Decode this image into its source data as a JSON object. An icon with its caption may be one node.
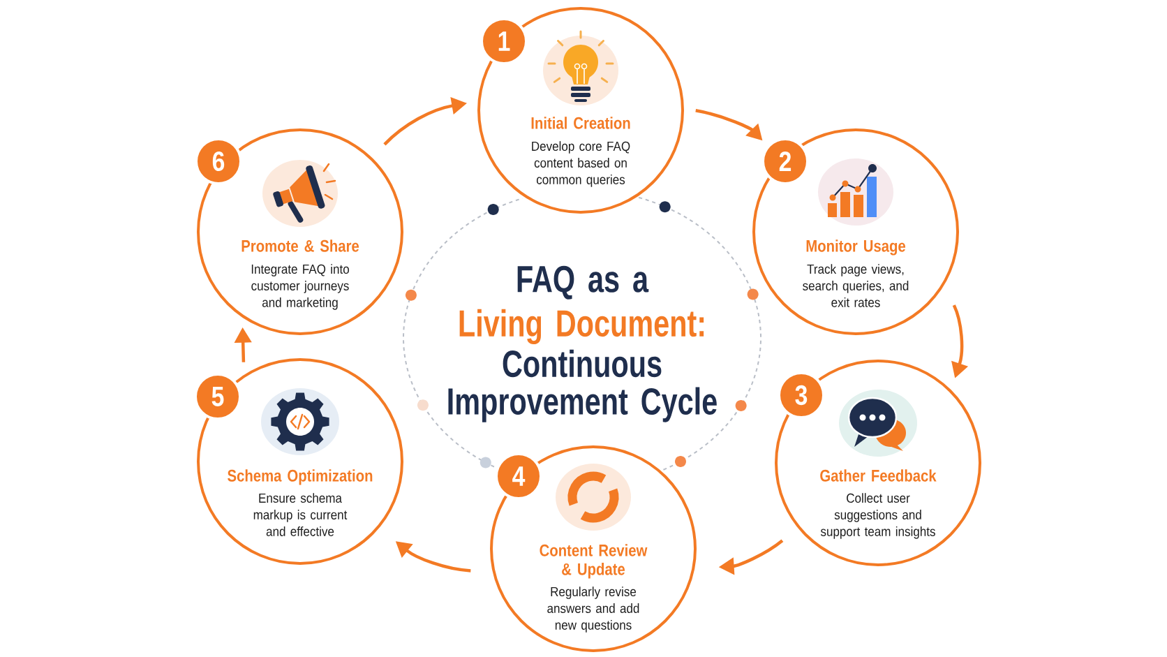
{
  "diagram": {
    "nodes": [
      {
        "text": [
          "FAQ as a",
          "Living Document:",
          "Continuous Improvement Cycle"
        ]
      },
      {
        "text": [
          "1",
          "Initial Creation",
          "Develop core FAQ content based on common queries"
        ]
      },
      {
        "text": [
          "2",
          "Monitor Usage",
          "Track page views, search queries, and exit rates"
        ]
      },
      {
        "text": [
          "3",
          "Gather Feedback",
          "Collect user suggestions and support team insights"
        ]
      },
      {
        "text": [
          "4",
          "Content Review & Update",
          "Regularly revise answers and add new questions"
        ]
      },
      {
        "text": [
          "5",
          "Schema Optimization",
          "Ensure schema markup is current and effective"
        ]
      },
      {
        "text": [
          "6",
          "Promote & Share",
          "Integrate FAQ into customer journeys and marketing"
        ]
      }
    ],
    "edges": [
      {
        "from": 1,
        "to": 2,
        "arrow": "to"
      },
      {
        "from": 2,
        "to": 3,
        "arrow": "to"
      },
      {
        "from": 3,
        "to": 4,
        "arrow": "to"
      },
      {
        "from": 4,
        "to": 5,
        "arrow": "to"
      },
      {
        "from": 5,
        "to": 6,
        "arrow": "to"
      },
      {
        "from": 6,
        "to": 1,
        "arrow": "to"
      }
    ]
  }
}
